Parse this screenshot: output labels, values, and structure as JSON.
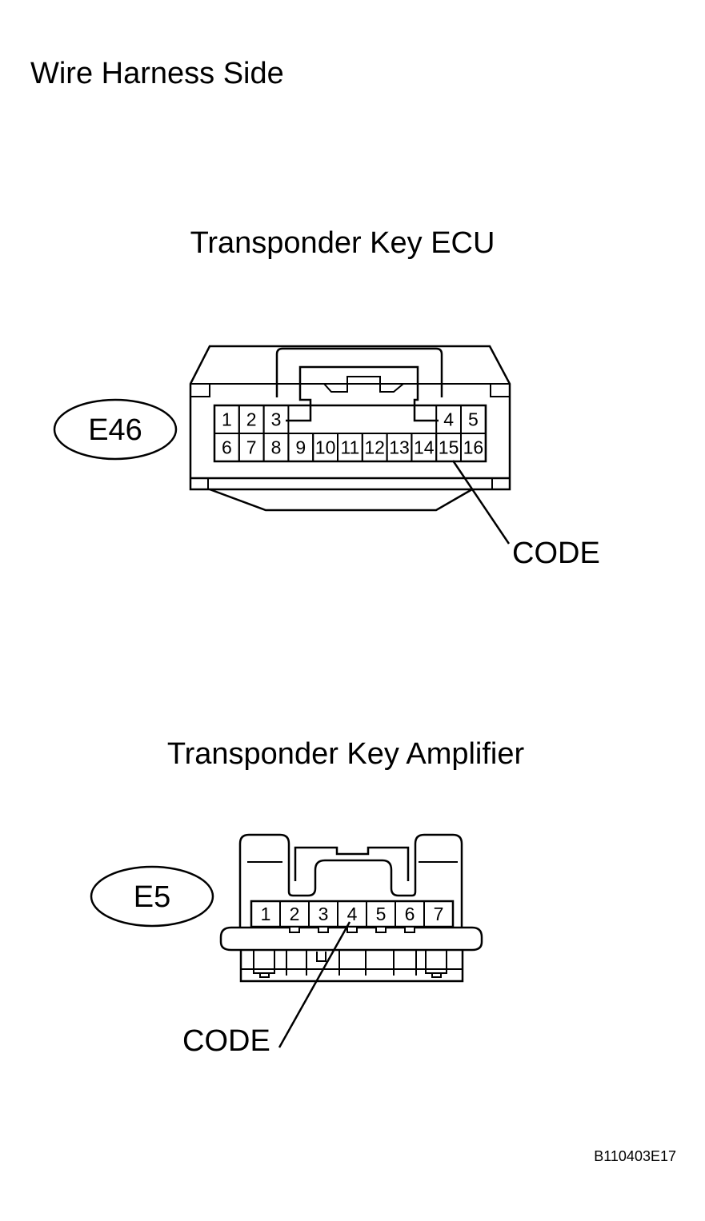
{
  "page_title": "Wire Harness Side",
  "figure_code": "B110403E17",
  "connectors": [
    {
      "title": "Transponder Key ECU",
      "id": "E46",
      "pins_top": [
        "1",
        "2",
        "3",
        "4",
        "5"
      ],
      "pins_bottom": [
        "6",
        "7",
        "8",
        "9",
        "10",
        "11",
        "12",
        "13",
        "14",
        "15",
        "16"
      ],
      "callout_label": "CODE",
      "callout_pin": "15"
    },
    {
      "title": "Transponder Key Amplifier",
      "id": "E5",
      "pins": [
        "1",
        "2",
        "3",
        "4",
        "5",
        "6",
        "7"
      ],
      "callout_label": "CODE",
      "callout_pin": "4"
    }
  ]
}
